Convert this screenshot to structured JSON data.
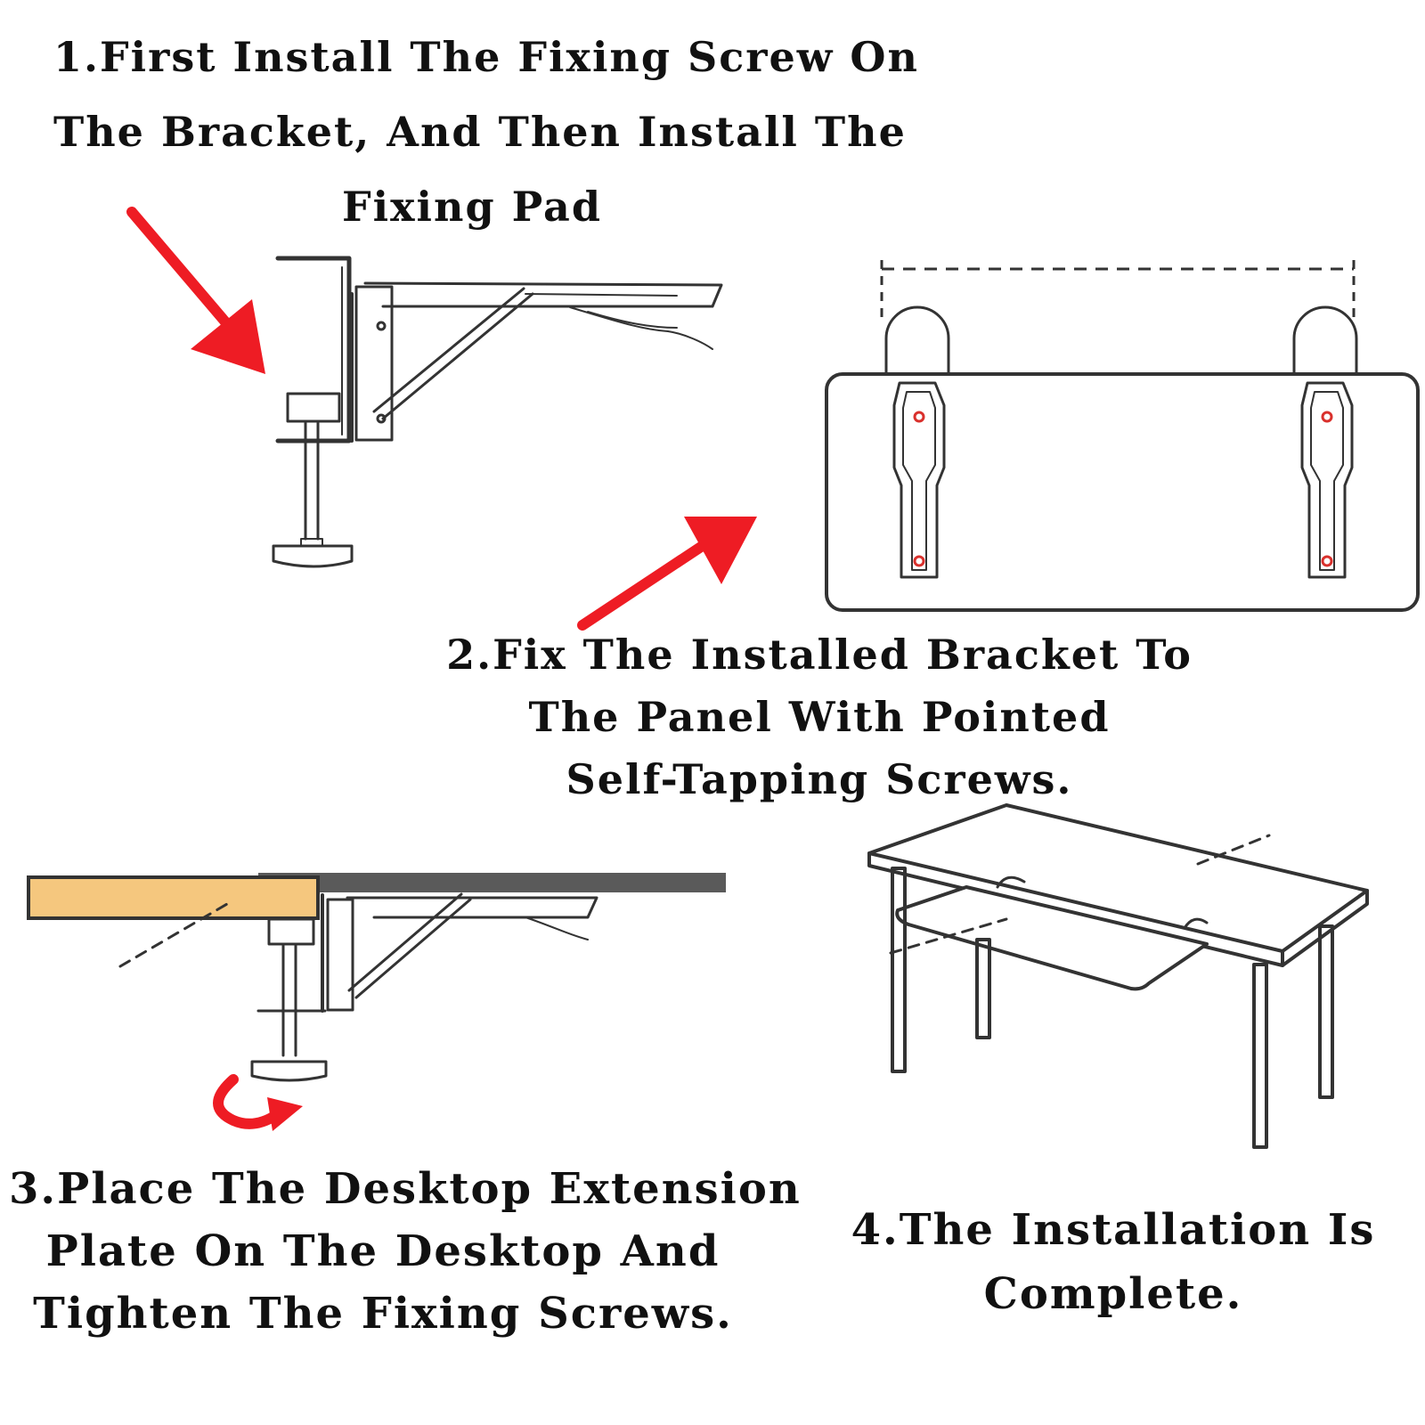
{
  "steps": [
    {
      "number": "1",
      "lines": [
        "1.First Install The Fixing Screw On",
        "The Bracket, And Then Install The",
        "Fixing Pad"
      ]
    },
    {
      "number": "2",
      "lines": [
        "2.Fix The Installed Bracket To",
        "The Panel With Pointed",
        "Self-Tapping Screws."
      ]
    },
    {
      "number": "3",
      "lines": [
        "3.Place The Desktop Extension",
        "Plate On The Desktop And",
        "Tighten The Fixing Screws."
      ]
    },
    {
      "number": "4",
      "lines": [
        "4.The Installation Is",
        "Complete."
      ]
    }
  ],
  "colors": {
    "arrow": "#ee1c24",
    "ink": "#333333",
    "wood": "#f5c77e",
    "marker": "#d9302c"
  },
  "icons": [
    "red-arrow-icon",
    "curved-rotate-arrow-icon"
  ]
}
